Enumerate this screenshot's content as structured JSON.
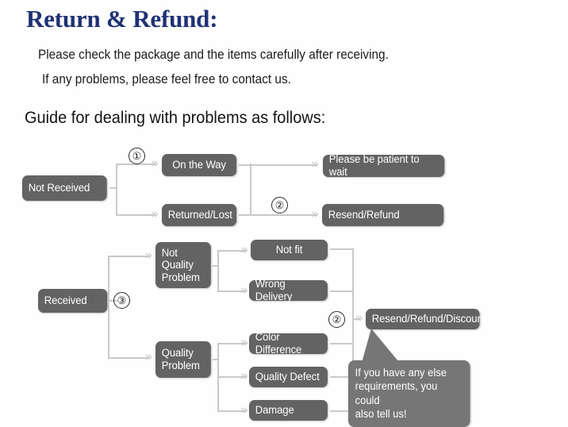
{
  "header": {
    "title": "Return & Refund:",
    "title_color": "#1f3274",
    "line1": "Please check the package and the items carefully after receiving.",
    "line2": "If any problems, please feel free to contact us.",
    "guide_heading": "Guide for dealing with problems as follows:"
  },
  "palette": {
    "node_fill": "#6e6e6e",
    "node_text": "#ffffff",
    "connector": "#c9c9c9",
    "arrow": "#c6c6c6",
    "background": "#ffffff"
  },
  "flowchart": {
    "markers": [
      {
        "id": "marker-1",
        "label": "①"
      },
      {
        "id": "marker-2-top",
        "label": "②"
      },
      {
        "id": "marker-3",
        "label": "③"
      },
      {
        "id": "marker-2-bottom",
        "label": "②"
      }
    ],
    "nodes": [
      {
        "id": "not-received",
        "label": "Not Received"
      },
      {
        "id": "on-the-way",
        "label": "On the Way"
      },
      {
        "id": "returned-lost",
        "label": "Returned/Lost"
      },
      {
        "id": "please-be-patient",
        "label": "Please be patient to wait"
      },
      {
        "id": "resend-refund",
        "label": "Resend/Refund"
      },
      {
        "id": "received",
        "label": "Received"
      },
      {
        "id": "not-quality-problem",
        "label": "Not\nQuality\nProblem"
      },
      {
        "id": "quality-problem",
        "label": "Quality\nProblem"
      },
      {
        "id": "not-fit",
        "label": "Not fit"
      },
      {
        "id": "wrong-delivery",
        "label": "Wrong Delivery"
      },
      {
        "id": "color-difference",
        "label": "Color Difference"
      },
      {
        "id": "quality-defect",
        "label": "Quality Defect"
      },
      {
        "id": "damage",
        "label": "Damage"
      },
      {
        "id": "resend-refund-discount",
        "label": "Resend/Refund/Discount"
      }
    ],
    "callout": {
      "id": "callout-bubble",
      "text": "If you have any else\nrequirements, you could\nalso tell us!"
    }
  }
}
